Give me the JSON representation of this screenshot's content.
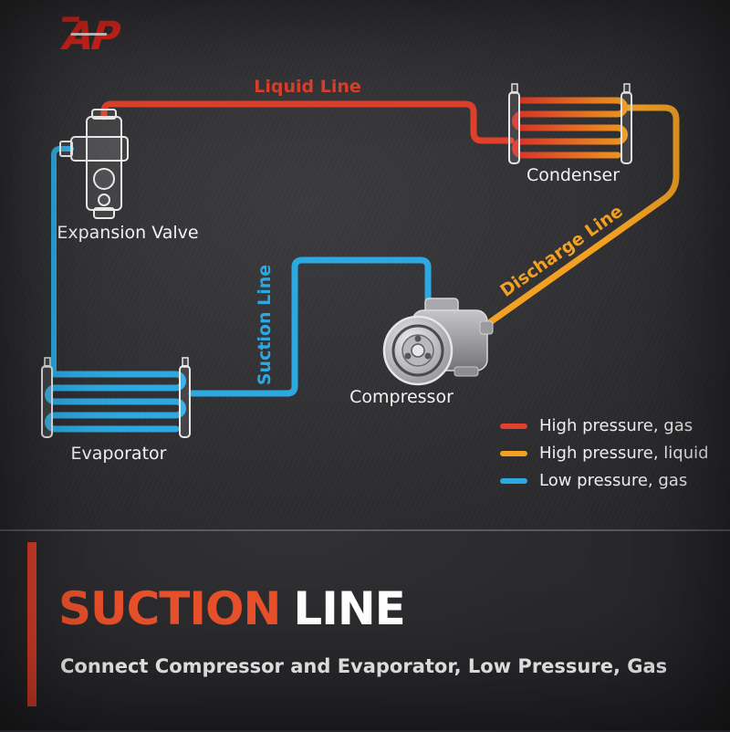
{
  "logo": {
    "text": "AP",
    "brand_color": "#e2261c"
  },
  "diagram": {
    "labels": {
      "liquid_line": "Liquid Line",
      "condenser": "Condenser",
      "expansion_valve": "Expansion Valve",
      "suction_line": "Suction Line",
      "discharge_line": "Discharge Line",
      "compressor": "Compressor",
      "evaporator": "Evaporator"
    },
    "colors": {
      "liquid_line": "#e0402c",
      "discharge_line": "#f2a124",
      "suction_line": "#2da9e1",
      "component_outline": "#ededed"
    }
  },
  "legend": {
    "items": [
      {
        "label": "High pressure, gas",
        "color": "#e0402c"
      },
      {
        "label": "High pressure, liquid",
        "color": "#f2a124"
      },
      {
        "label": "Low pressure, gas",
        "color": "#2da9e1"
      }
    ]
  },
  "footer": {
    "title_accent": "SUCTION",
    "title_rest": "LINE",
    "subtitle": "Connect Compressor and Evaporator, Low Pressure, Gas",
    "accent_color": "#e8502a"
  }
}
